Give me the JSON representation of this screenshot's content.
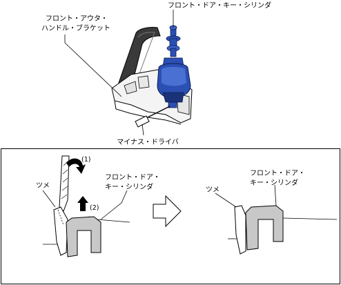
{
  "labels": {
    "key_cylinder_top": "フロント・ドア・キー・シリンダ",
    "outer_handle_bracket_line1": "フロント・アウタ・",
    "outer_handle_bracket_line2": "ハンドル・ブラケット",
    "flathead_screwdriver": "マイナス・ドライバ",
    "left_key_cylinder_line1": "フロント・ドア・",
    "left_key_cylinder_line2": "キー・シリンダ",
    "right_key_cylinder_line1": "フロント・ドア・",
    "right_key_cylinder_line2": "キー・シリンダ",
    "claw_left": "ツメ",
    "claw_right": "ツメ",
    "step_1": "(1)",
    "step_2": "(2)"
  },
  "colors": {
    "cylinder_blue": "#2b4fb3",
    "cylinder_dark": "#1a3278",
    "part_gray": "#c8c8c8",
    "line": "#000000"
  },
  "icons": {
    "rotation_arrow": "curved-arrow-icon",
    "push_arrow": "up-arrow-icon",
    "transition_arrow": "right-arrow-icon"
  }
}
